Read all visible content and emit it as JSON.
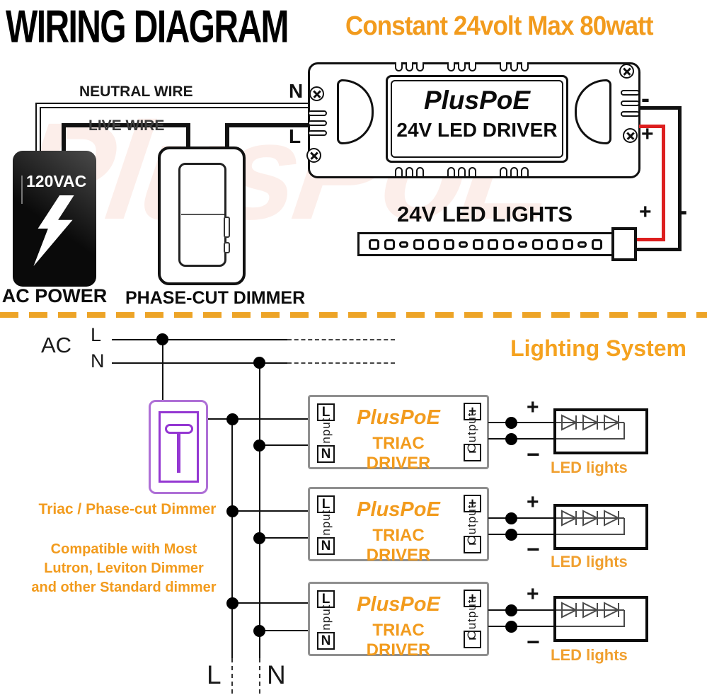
{
  "header": {
    "title": "WIRING DIAGRAM",
    "subtitle": "Constant 24volt Max 80watt"
  },
  "watermark": "PlusPoE",
  "colors": {
    "accent_orange": "#F29B1D",
    "wire_red": "#DD1F1F",
    "dimmer_purple": "#9437D2",
    "dimmer_purple_light": "#AE6FD6",
    "divider_orange": "#EDA427"
  },
  "top_section": {
    "neutral_wire_label": "NEUTRAL WIRE",
    "live_wire_label": "LIVE WIRE",
    "terminal_n": "N",
    "terminal_l": "L",
    "ac_power": {
      "voltage": "120VAC",
      "caption": "AC POWER"
    },
    "dimmer_caption": "PHASE-CUT DIMMER",
    "driver": {
      "brand": "PlusPoE",
      "model": "24V LED DRIVER"
    },
    "output_signs": {
      "minus_driver": "-",
      "plus_driver": "+",
      "plus_strip": "+",
      "minus_strip": "-"
    },
    "led_strip": {
      "caption": "24V LED LIGHTS",
      "pattern": [
        "sq",
        "sq",
        "sm",
        "sq",
        "sq",
        "sq",
        "sm",
        "sq",
        "sq",
        "sq",
        "sm",
        "sq",
        "sq",
        "sq",
        "sm",
        "sq"
      ]
    }
  },
  "bottom_section": {
    "section_title": "Lighting System",
    "ac_label": "AC",
    "line_l": "L",
    "line_n": "N",
    "dimmer_caption": "Triac / Phase-cut Dimmer",
    "compatibility": [
      "Compatible with Most",
      "Lutron, Leviton Dimmer",
      "and other Standard dimmer"
    ],
    "drivers": [
      {
        "brand": "PlusPoE",
        "model": "TRIAC DRIVER",
        "input_label": "Input",
        "output_label": "Output",
        "term_l": "L",
        "term_n": "N",
        "term_plus": "+",
        "term_minus": "−"
      },
      {
        "brand": "PlusPoE",
        "model": "TRIAC DRIVER",
        "input_label": "Input",
        "output_label": "Output",
        "term_l": "L",
        "term_n": "N",
        "term_plus": "+",
        "term_minus": "−"
      },
      {
        "brand": "PlusPoE",
        "model": "TRIAC DRIVER",
        "input_label": "Input",
        "output_label": "Output",
        "term_l": "L",
        "term_n": "N",
        "term_plus": "+",
        "term_minus": "−"
      }
    ],
    "led_rows": [
      {
        "plus": "+",
        "minus": "−",
        "caption": "LED lights"
      },
      {
        "plus": "+",
        "minus": "−",
        "caption": "LED lights"
      },
      {
        "plus": "+",
        "minus": "−",
        "caption": "LED lights"
      }
    ],
    "bus_l": "L",
    "bus_n": "N"
  }
}
